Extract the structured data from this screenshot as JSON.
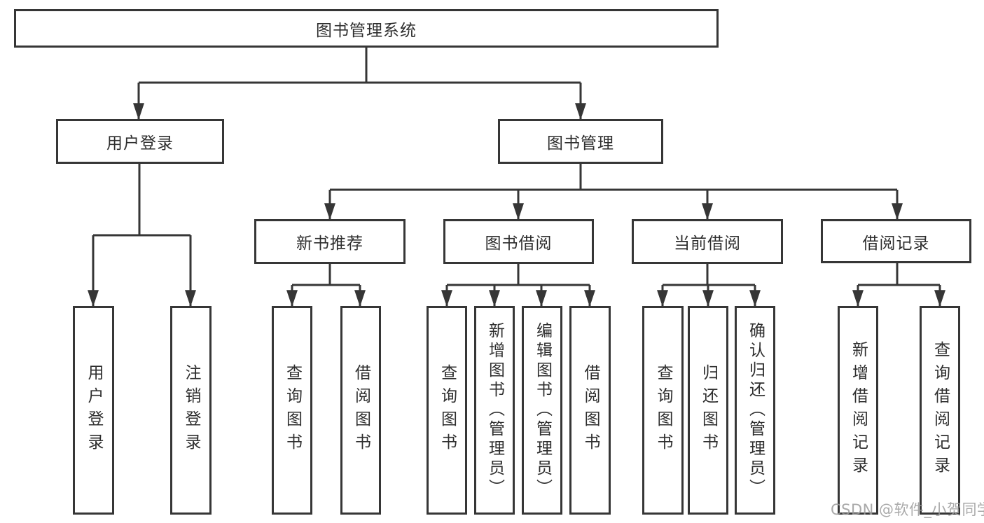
{
  "colors": {
    "line": "#363636",
    "text": "#2e2e2e",
    "box-bg": "#ffffff",
    "watermark": "#9b9b9b"
  },
  "watermark": "CSDN @软件_小贺同学",
  "tree": {
    "label": "图书管理系统",
    "children": [
      {
        "label": "用户登录",
        "children": [
          {
            "label": "用户登录"
          },
          {
            "label": "注销登录"
          }
        ]
      },
      {
        "label": "图书管理",
        "children": [
          {
            "label": "新书推荐",
            "children": [
              {
                "label": "查询图书"
              },
              {
                "label": "借阅图书"
              }
            ]
          },
          {
            "label": "图书借阅",
            "children": [
              {
                "label": "查询图书"
              },
              {
                "label": "新增图书（管理员）"
              },
              {
                "label": "编辑图书（管理员）"
              },
              {
                "label": "借阅图书"
              }
            ]
          },
          {
            "label": "当前借阅",
            "children": [
              {
                "label": "查询图书"
              },
              {
                "label": "归还图书"
              },
              {
                "label": "确认归还（管理员）"
              }
            ]
          },
          {
            "label": "借阅记录",
            "children": [
              {
                "label": "新增借阅记录"
              },
              {
                "label": "查询借阅记录"
              }
            ]
          }
        ]
      }
    ]
  }
}
